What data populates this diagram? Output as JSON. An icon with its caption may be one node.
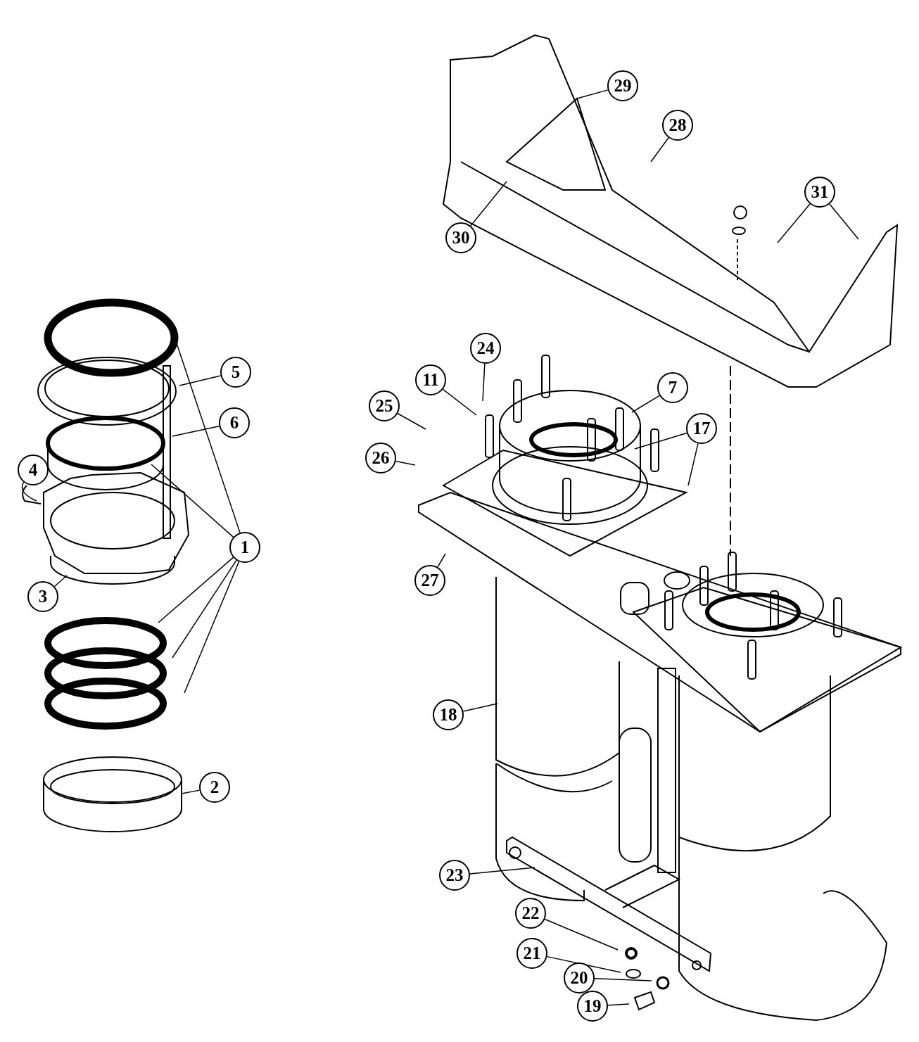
{
  "diagram": {
    "nodes": [
      {
        "text": [
          "29"
        ]
      },
      {
        "text": [
          "28"
        ]
      },
      {
        "text": [
          "31"
        ]
      },
      {
        "text": [
          "30"
        ]
      },
      {
        "text": [
          "5"
        ]
      },
      {
        "text": [
          "24"
        ]
      },
      {
        "text": [
          "11"
        ]
      },
      {
        "text": [
          "7"
        ]
      },
      {
        "text": [
          "25"
        ]
      },
      {
        "text": [
          "6"
        ]
      },
      {
        "text": [
          "17"
        ]
      },
      {
        "text": [
          "26"
        ]
      },
      {
        "text": [
          "4"
        ]
      },
      {
        "text": [
          "1"
        ]
      },
      {
        "text": [
          "27"
        ]
      },
      {
        "text": [
          "3"
        ]
      },
      {
        "text": [
          "18"
        ]
      },
      {
        "text": [
          "2"
        ]
      },
      {
        "text": [
          "23"
        ]
      },
      {
        "text": [
          "22"
        ]
      },
      {
        "text": [
          "21"
        ]
      },
      {
        "text": [
          "20"
        ]
      },
      {
        "text": [
          "19"
        ]
      }
    ],
    "edges": [
      {
        "from": 0,
        "to": null,
        "arrow": "none"
      },
      {
        "from": 1,
        "to": null,
        "arrow": "none"
      },
      {
        "from": 2,
        "to": null,
        "arrow": "none"
      },
      {
        "from": 2,
        "to": null,
        "arrow": "none"
      },
      {
        "from": 3,
        "to": null,
        "arrow": "none"
      },
      {
        "from": 4,
        "to": null,
        "arrow": "none"
      },
      {
        "from": 5,
        "to": null,
        "arrow": "none"
      },
      {
        "from": 6,
        "to": null,
        "arrow": "none"
      },
      {
        "from": 7,
        "to": null,
        "arrow": "none"
      },
      {
        "from": 8,
        "to": null,
        "arrow": "none"
      },
      {
        "from": 9,
        "to": null,
        "arrow": "none"
      },
      {
        "from": 10,
        "to": null,
        "arrow": "none"
      },
      {
        "from": 10,
        "to": null,
        "arrow": "none"
      },
      {
        "from": 11,
        "to": null,
        "arrow": "none"
      },
      {
        "from": 12,
        "to": null,
        "arrow": "none"
      },
      {
        "from": 13,
        "to": null,
        "arrow": "none"
      },
      {
        "from": 13,
        "to": null,
        "arrow": "none"
      },
      {
        "from": 13,
        "to": null,
        "arrow": "none"
      },
      {
        "from": 13,
        "to": null,
        "arrow": "none"
      },
      {
        "from": 13,
        "to": null,
        "arrow": "none"
      },
      {
        "from": 14,
        "to": null,
        "arrow": "none"
      },
      {
        "from": 15,
        "to": null,
        "arrow": "none"
      },
      {
        "from": 16,
        "to": null,
        "arrow": "none"
      },
      {
        "from": 17,
        "to": null,
        "arrow": "none"
      },
      {
        "from": 18,
        "to": null,
        "arrow": "none"
      },
      {
        "from": 19,
        "to": null,
        "arrow": "none"
      },
      {
        "from": 20,
        "to": null,
        "arrow": "none"
      },
      {
        "from": 21,
        "to": null,
        "arrow": "none"
      },
      {
        "from": 22,
        "to": null,
        "arrow": "none"
      }
    ]
  }
}
